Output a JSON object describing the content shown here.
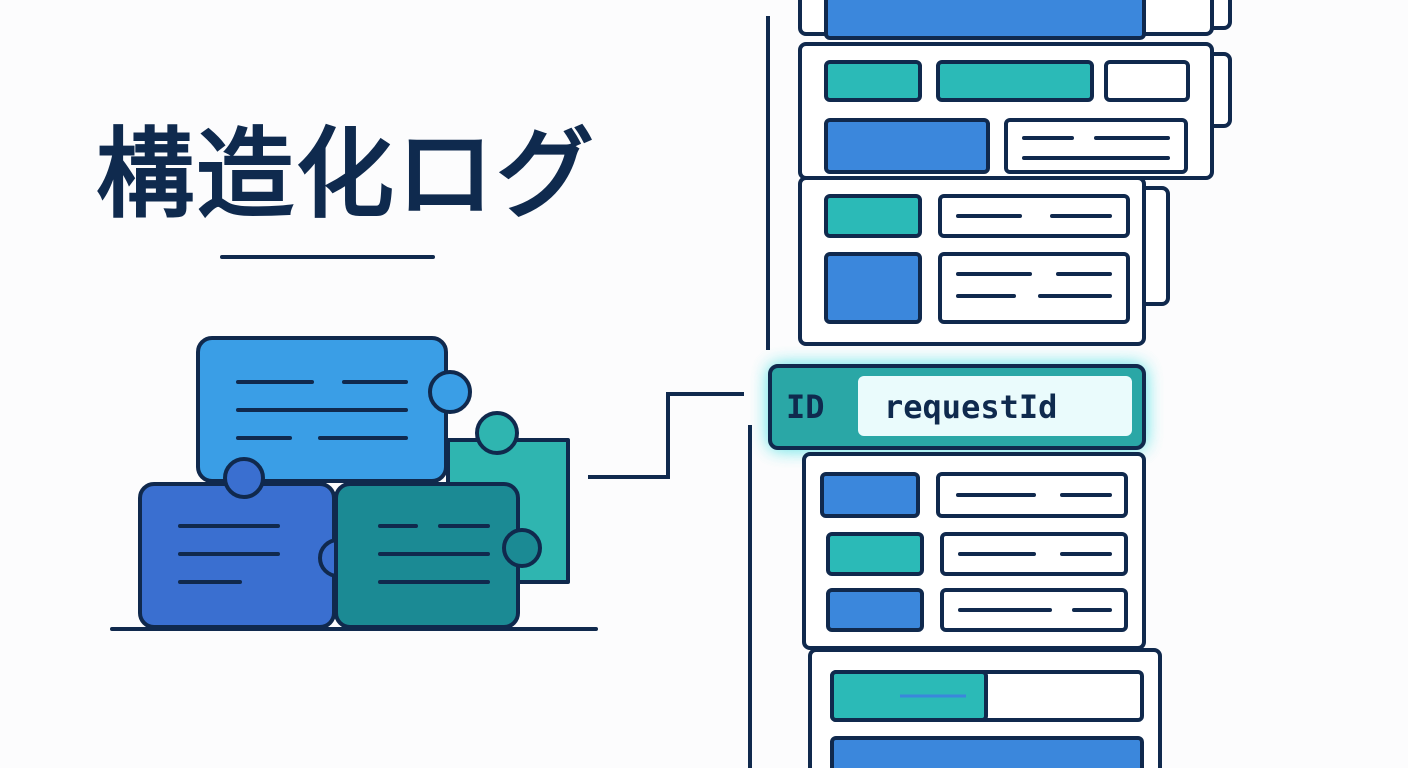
{
  "title": "構造化ログ",
  "highlight": {
    "id_label": "ID",
    "id_value": "requestId"
  },
  "icons": [
    "puzzle-pieces-icon",
    "log-stack-icon"
  ],
  "colors": {
    "navy": "#10294d",
    "blue": "#3b87dc",
    "teal": "#2bbab7",
    "puzzle_light_blue": "#3a9ee6",
    "puzzle_mid_blue": "#3a6fd0",
    "puzzle_dark_teal": "#1b8a94",
    "glow": "#61e3e6"
  }
}
